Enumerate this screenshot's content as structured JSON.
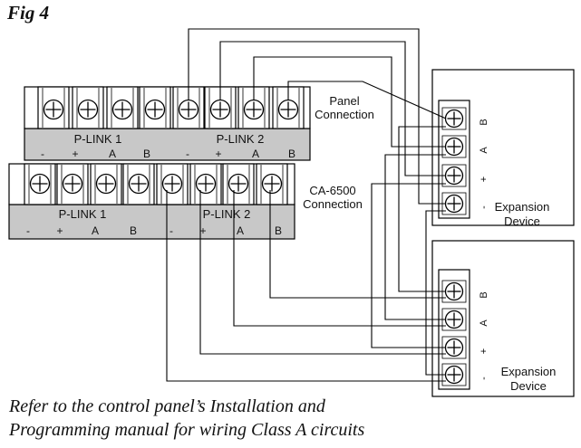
{
  "figure": {
    "title": "Fig 4"
  },
  "caption": {
    "line1": "Refer to the control panel’s Installation and",
    "line2": "Programming manual for wiring Class A circuits"
  },
  "panel_board": {
    "group1_label": "P-LINK 1",
    "group2_label": "P-LINK 2",
    "terminals": [
      "-",
      "+",
      "A",
      "B",
      "-",
      "+",
      "A",
      "B"
    ],
    "connection_label": [
      "Panel",
      "Connection"
    ]
  },
  "ca6500_board": {
    "group1_label": "P-LINK 1",
    "group2_label": "P-LINK 2",
    "terminals": [
      "-",
      "+",
      "A",
      "B",
      "-",
      "+",
      "A",
      "B"
    ],
    "connection_label": [
      "CA-6500",
      "Connection"
    ]
  },
  "expansion_devices": [
    {
      "label": [
        "Expansion",
        "Device"
      ],
      "terminals": [
        "B",
        "A",
        "+",
        "-"
      ]
    },
    {
      "label": [
        "Expansion",
        "Device"
      ],
      "terminals": [
        "B",
        "A",
        "+",
        "-"
      ]
    }
  ]
}
